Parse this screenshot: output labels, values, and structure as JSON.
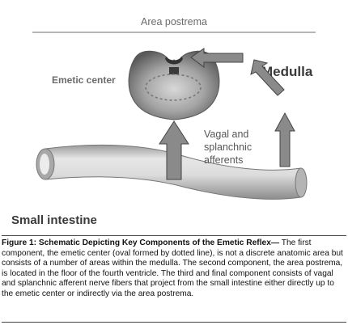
{
  "diagram": {
    "labels": {
      "area_postrema": "Area postrema",
      "emetic_center": "Emetic center",
      "medulla": "Medulla",
      "vagal_line1": "Vagal and",
      "vagal_line2": "splanchnic",
      "vagal_line3": "afferents",
      "small_intestine": "Small intestine"
    },
    "colors": {
      "arrow_fill": "#8a8a8a",
      "medulla_dark": "#5e5e5e",
      "medulla_light": "#cfcfcf",
      "intestine": "#d2d2d2",
      "label_gray": "#555555"
    }
  },
  "caption": {
    "title": "Figure 1: Schematic Depicting Key Components of the Emetic Reflex—",
    "body": "The first component, the emetic center (oval formed by dotted line), is not a discrete anatomic area but consists of a number of areas within the medulla. The second component, the area postrema, is located in the floor of the fourth ventricle. The third and final component consists of vagal and splanchnic afferent nerve fibers that project from the small intestine either directly up to the emetic center or indirectly via the area postrema."
  }
}
